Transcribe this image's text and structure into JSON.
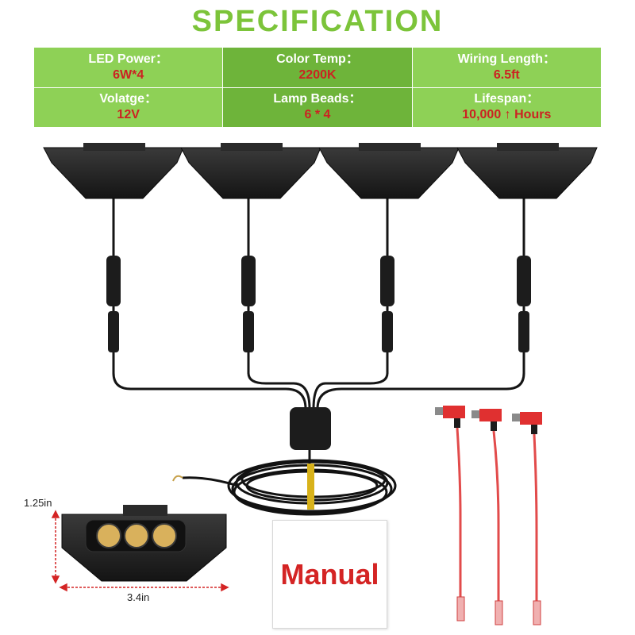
{
  "title": "SPECIFICATION",
  "specs": [
    {
      "label": "LED Power：",
      "value": "6W*4"
    },
    {
      "label": "Color Temp：",
      "value": "2200K"
    },
    {
      "label": "Wiring Length：",
      "value": "6.5ft"
    },
    {
      "label": "Volatge：",
      "value": "12V"
    },
    {
      "label": "Lamp Beads：",
      "value": "6 * 4"
    },
    {
      "label": "Lifespan：",
      "value": "10,000 ↑ Hours"
    }
  ],
  "dimensions": {
    "height": "1.25in",
    "width": "3.4in"
  },
  "manual_label": "Manual",
  "colors": {
    "accent_green": "#7cc43a",
    "cell_light": "#8ed156",
    "cell_dark": "#6eb43a",
    "value_red": "#cc2222"
  },
  "icons": [
    "pod-light-icon",
    "fuse-tap-icon",
    "wire-coil-icon",
    "led-bead-icon"
  ]
}
